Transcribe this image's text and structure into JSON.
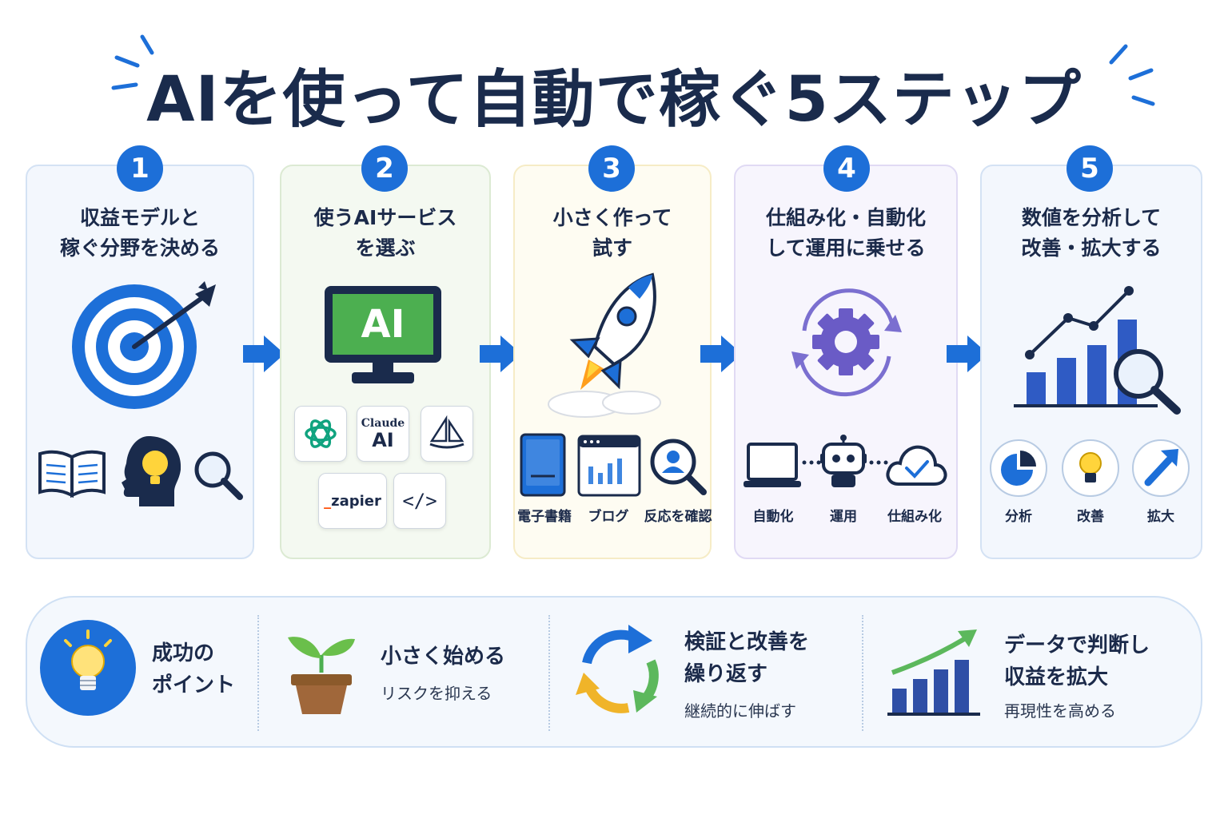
{
  "title": "AIを使って自動で稼ぐ5ステップ",
  "steps": [
    {
      "number": "1",
      "title_line1": "収益モデルと",
      "title_line2": "稼ぐ分野を決める"
    },
    {
      "number": "2",
      "title_line1": "使うAIサービス",
      "title_line2": "を選ぶ",
      "monitor_label": "AI",
      "tools": [
        "Claude",
        "AI",
        "zapier",
        "</>"
      ]
    },
    {
      "number": "3",
      "title_line1": "小さく作って",
      "title_line2": "試す",
      "labels": [
        "電子書籍",
        "ブログ",
        "反応を確認"
      ]
    },
    {
      "number": "4",
      "title_line1": "仕組み化・自動化",
      "title_line2": "して運用に乗せる",
      "labels": [
        "自動化",
        "運用",
        "仕組み化"
      ]
    },
    {
      "number": "5",
      "title_line1": "数値を分析して",
      "title_line2": "改善・拡大する",
      "labels": [
        "分析",
        "改善",
        "拡大"
      ]
    }
  ],
  "tips": {
    "header_line1": "成功の",
    "header_line2": "ポイント",
    "items": [
      {
        "title_line1": "小さく始める",
        "sub": "リスクを抑える"
      },
      {
        "title_line1": "検証と改善を",
        "title_line2": "繰り返す",
        "sub": "継続的に伸ばす"
      },
      {
        "title_line1": "データで判断し",
        "title_line2": "収益を拡大",
        "sub": "再現性を高める"
      }
    ]
  },
  "colors": {
    "primary": "#1d6fd8",
    "navy": "#1a2b4c",
    "card1_bg": "#f3f7fd",
    "card2_bg": "#f4f9f1",
    "card3_bg": "#fefcf2",
    "card4_bg": "#f7f5fd",
    "card5_bg": "#f3f7fd"
  }
}
